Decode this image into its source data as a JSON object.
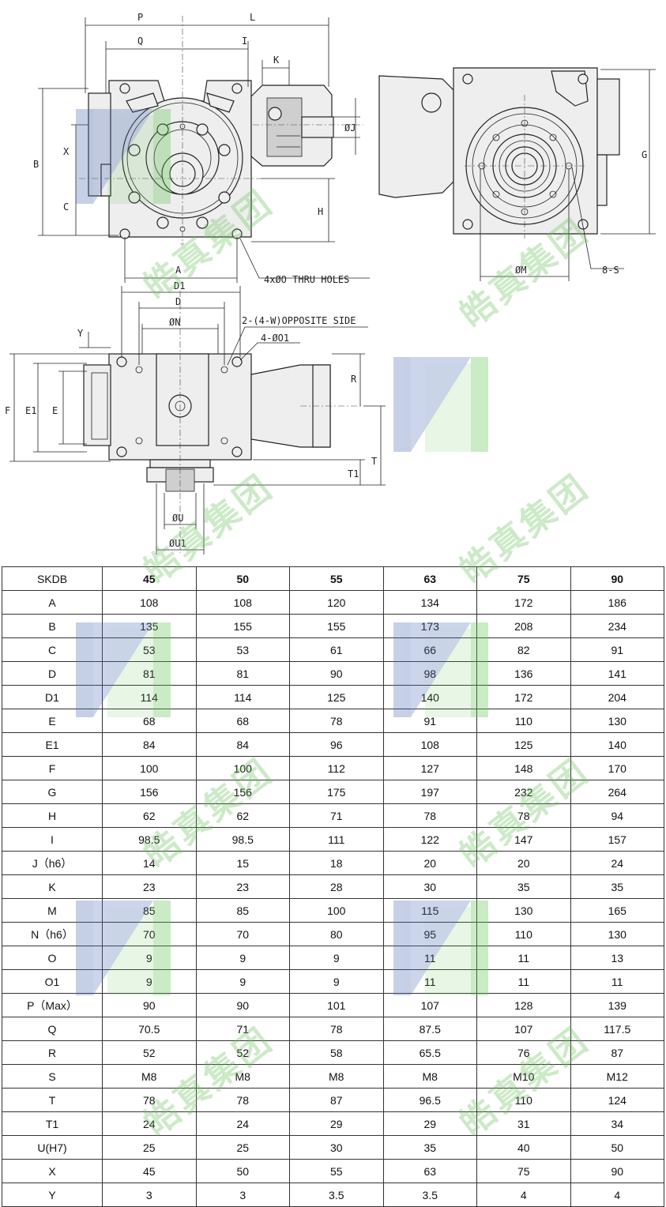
{
  "drawing": {
    "labels": {
      "P": "P",
      "L": "L",
      "Q": "Q",
      "I": "I",
      "K": "K",
      "J": "ØJ",
      "B": "B",
      "X": "X",
      "C": "C",
      "H": "H",
      "A": "A",
      "G": "G",
      "M": "ØM",
      "S": "8-S",
      "O_holes": "4xØO THRU HOLES",
      "D1": "D1",
      "D": "D",
      "N": "ØN",
      "W": "2-(4-W)OPPOSITE SIDE",
      "O1": "4-ØO1",
      "Y": "Y",
      "F": "F",
      "E1": "E1",
      "E": "E",
      "R": "R",
      "T": "T",
      "T1": "T1",
      "U": "ØU",
      "U1": "ØU1"
    }
  },
  "watermark": {
    "text": "皓真集团",
    "colors": {
      "blue": "#4f6fb5",
      "green": "#5ec24f"
    }
  },
  "table": {
    "header": [
      "SKDB",
      "45",
      "50",
      "55",
      "63",
      "75",
      "90"
    ],
    "rows": [
      [
        "A",
        "108",
        "108",
        "120",
        "134",
        "172",
        "186"
      ],
      [
        "B",
        "135",
        "155",
        "155",
        "173",
        "208",
        "234"
      ],
      [
        "C",
        "53",
        "53",
        "61",
        "66",
        "82",
        "91"
      ],
      [
        "D",
        "81",
        "81",
        "90",
        "98",
        "136",
        "141"
      ],
      [
        "D1",
        "114",
        "114",
        "125",
        "140",
        "172",
        "204"
      ],
      [
        "E",
        "68",
        "68",
        "78",
        "91",
        "110",
        "130"
      ],
      [
        "E1",
        "84",
        "84",
        "96",
        "108",
        "125",
        "140"
      ],
      [
        "F",
        "100",
        "100",
        "112",
        "127",
        "148",
        "170"
      ],
      [
        "G",
        "156",
        "156",
        "175",
        "197",
        "232",
        "264"
      ],
      [
        "H",
        "62",
        "62",
        "71",
        "78",
        "78",
        "94"
      ],
      [
        "I",
        "98.5",
        "98.5",
        "111",
        "122",
        "147",
        "157"
      ],
      [
        "J（h6）",
        "14",
        "15",
        "18",
        "20",
        "20",
        "24"
      ],
      [
        "K",
        "23",
        "23",
        "28",
        "30",
        "35",
        "35"
      ],
      [
        "M",
        "85",
        "85",
        "100",
        "115",
        "130",
        "165"
      ],
      [
        "N（h6）",
        "70",
        "70",
        "80",
        "95",
        "110",
        "130"
      ],
      [
        "O",
        "9",
        "9",
        "9",
        "11",
        "11",
        "13"
      ],
      [
        "O1",
        "9",
        "9",
        "9",
        "11",
        "11",
        "11"
      ],
      [
        "P（Max）",
        "90",
        "90",
        "101",
        "107",
        "128",
        "139"
      ],
      [
        "Q",
        "70.5",
        "71",
        "78",
        "87.5",
        "107",
        "117.5"
      ],
      [
        "R",
        "52",
        "52",
        "58",
        "65.5",
        "76",
        "87"
      ],
      [
        "S",
        "M8",
        "M8",
        "M8",
        "M8",
        "M10",
        "M12"
      ],
      [
        "T",
        "78",
        "78",
        "87",
        "96.5",
        "110",
        "124"
      ],
      [
        "T1",
        "24",
        "24",
        "29",
        "29",
        "31",
        "34"
      ],
      [
        "U(H7)",
        "25",
        "25",
        "30",
        "35",
        "40",
        "50"
      ],
      [
        "X",
        "45",
        "50",
        "55",
        "63",
        "75",
        "90"
      ],
      [
        "Y",
        "3",
        "3",
        "3.5",
        "3.5",
        "4",
        "4"
      ]
    ]
  }
}
